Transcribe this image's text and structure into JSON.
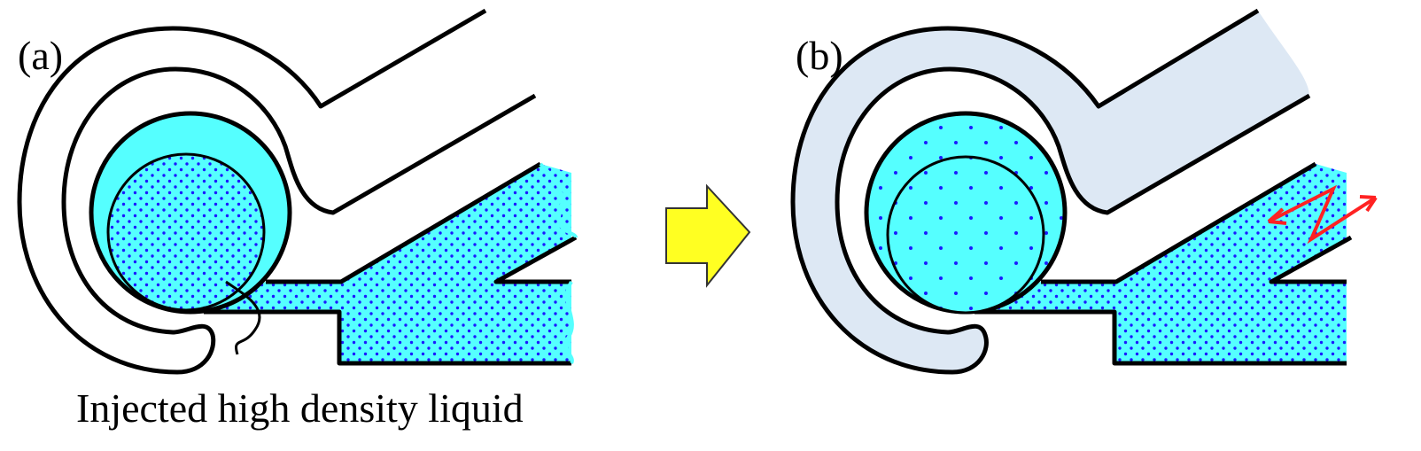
{
  "panels": {
    "a": {
      "label": "(a)"
    },
    "b": {
      "label": "(b)"
    }
  },
  "annotation": {
    "text": "Injected high density liquid"
  },
  "colors": {
    "outline": "#000000",
    "cyan_fill": "#55ffff",
    "dot_blue": "#1a1aff",
    "pale_blue": "#dde8f4",
    "arrow_yellow": "#ffff22",
    "arrow_outline": "#333333",
    "vibration_red": "#ff2222",
    "background": "#ffffff"
  },
  "icons": {
    "transition_arrow": "right-arrow-icon",
    "vibration_marker": "vibration-arrow-icon"
  }
}
